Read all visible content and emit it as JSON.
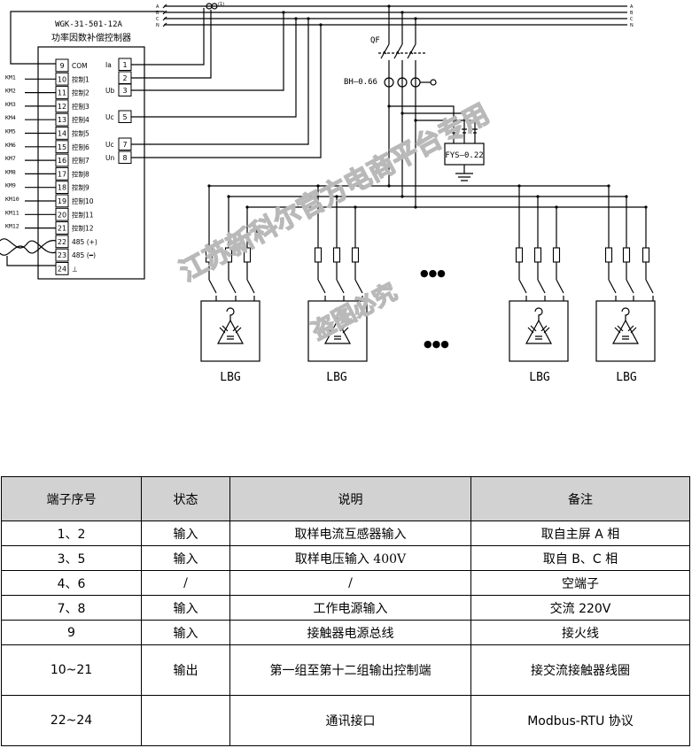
{
  "diagram": {
    "controller_model": "WGK-31-501-12A",
    "controller_name": "功率因数补偿控制器",
    "bus_left": [
      "A",
      "B",
      "C",
      "N"
    ],
    "bus_right": [
      "A",
      "B",
      "C",
      "N"
    ],
    "ct_label": "(1)",
    "left_terminals": [
      {
        "num": "9",
        "label": "COM",
        "km": ""
      },
      {
        "num": "10",
        "label": "控制1",
        "km": "KM1"
      },
      {
        "num": "11",
        "label": "控制2",
        "km": "KM2"
      },
      {
        "num": "12",
        "label": "控制3",
        "km": "KM3"
      },
      {
        "num": "13",
        "label": "控制4",
        "km": "KM4"
      },
      {
        "num": "14",
        "label": "控制5",
        "km": "KM5"
      },
      {
        "num": "15",
        "label": "控制6",
        "km": "KM6"
      },
      {
        "num": "16",
        "label": "控制7",
        "km": "KM7"
      },
      {
        "num": "17",
        "label": "控制8",
        "km": "KM8"
      },
      {
        "num": "18",
        "label": "控制9",
        "km": "KM9"
      },
      {
        "num": "19",
        "label": "控制10",
        "km": "KM10"
      },
      {
        "num": "20",
        "label": "控制11",
        "km": "KM11"
      },
      {
        "num": "21",
        "label": "控制12",
        "km": "KM12"
      },
      {
        "num": "22",
        "label": "485 (+)",
        "km": ""
      },
      {
        "num": "23",
        "label": "485 (━)",
        "km": ""
      },
      {
        "num": "24",
        "label": "⊥",
        "km": ""
      }
    ],
    "right_terminals": [
      {
        "num": "1",
        "label": "Ia"
      },
      {
        "num": "2",
        "label": ""
      },
      {
        "num": "3",
        "label": "Ub"
      },
      {
        "num": "5",
        "label": "Uc"
      },
      {
        "num": "7",
        "label": "Uc"
      },
      {
        "num": "8",
        "label": "Un"
      }
    ],
    "qf_label": "QF",
    "bh_label": "BH—0.66",
    "fys_label": "FYS—0.22",
    "lbg_labels": [
      "LBG",
      "LBG",
      "LBG",
      "LBG"
    ],
    "ellipsis": "●●●",
    "watermark_1": "江苏新科尔官方电商平台专用",
    "watermark_2": "盗图必究"
  },
  "table": {
    "headers": [
      "端子序号",
      "状态",
      "说明",
      "备注"
    ],
    "rows": [
      {
        "num": "1、2",
        "state": "输入",
        "desc": "取样电流互感器输入",
        "note": "取自主屏 A 相"
      },
      {
        "num": "3、5",
        "state": "输入",
        "desc": "取样电压输入 400V",
        "note": "取自 B、C 相"
      },
      {
        "num": "4、6",
        "state": "/",
        "desc": "/",
        "note": "空端子"
      },
      {
        "num": "7、8",
        "state": "输入",
        "desc": "工作电源输入",
        "note": "交流 220V"
      },
      {
        "num": "9",
        "state": "输入",
        "desc": "接触器电源总线",
        "note": "接火线"
      },
      {
        "num": "10~21",
        "state": "输出",
        "desc": "第一组至第十二组输出控制端",
        "note": "接交流接触器线圈"
      },
      {
        "num": "22~24",
        "state": "",
        "desc": "通讯接口",
        "note": "Modbus-RTU  协议"
      }
    ]
  }
}
